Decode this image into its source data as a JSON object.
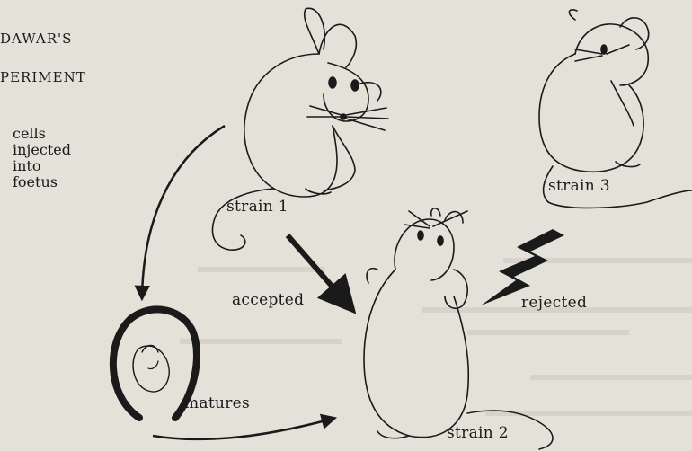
{
  "title": {
    "line1": "DAWAR'S",
    "line2": "PERIMENT"
  },
  "injection_note": [
    "cells",
    "injected",
    "into",
    "foetus"
  ],
  "labels": {
    "strain1": "strain 1",
    "strain2": "strain 2",
    "strain3": "strain 3",
    "accepted": "accepted",
    "rejected": "rejected",
    "matures": "matures"
  },
  "colors": {
    "ink": "#1a1a1a",
    "paper": "#e4e1d9"
  }
}
